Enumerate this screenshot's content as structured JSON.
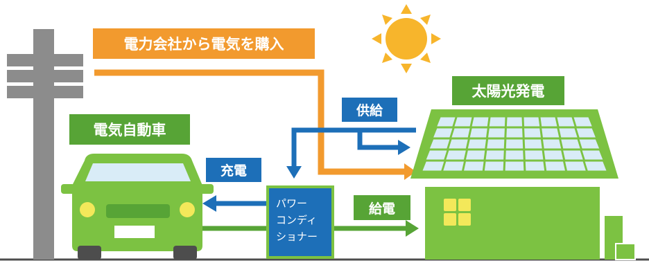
{
  "labels": {
    "purchase": "電力会社から電気を購入",
    "solar": "太陽光発電",
    "ev": "電気自動車",
    "supply": "供給",
    "charge": "充電",
    "feed": "給電"
  },
  "power_conditioner": {
    "line1": "パワー",
    "line2": "コンディ",
    "line3": "ショナー"
  },
  "colors": {
    "orange": "#f29a2e",
    "blue": "#1d6fb8",
    "green": "#7cc242",
    "dark_green": "#57a436",
    "gray": "#8c8c8c",
    "sun": "#f7b52c",
    "panel": "#d9ecf7"
  }
}
